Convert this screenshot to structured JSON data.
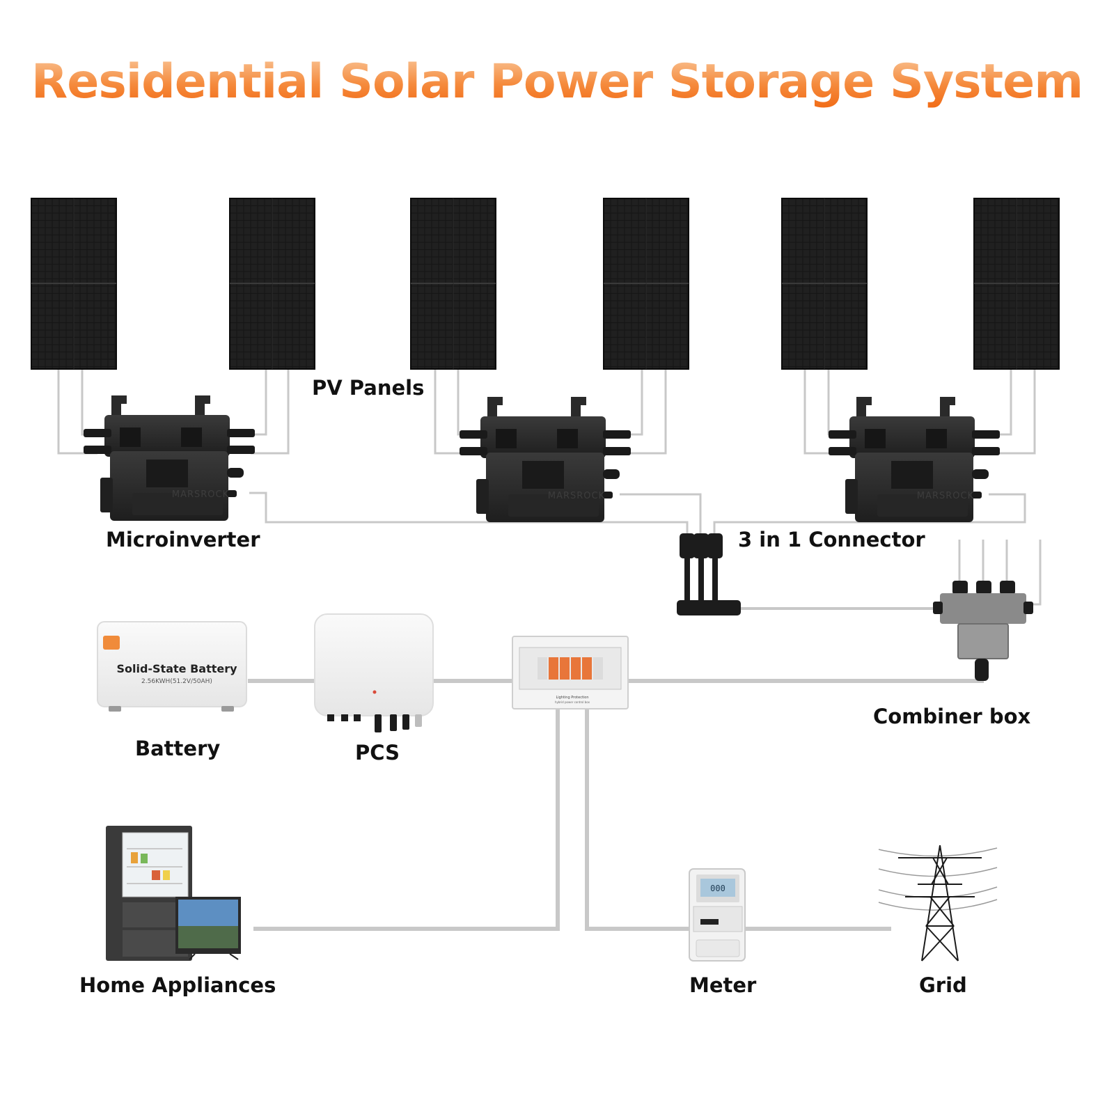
{
  "title": "Residential Solar Power  Storage System",
  "labels": {
    "pv_panels": "PV Panels",
    "microinverter": "Microinverter",
    "connector": "3 in 1 Connector",
    "combiner_box": "Combiner box",
    "battery": "Battery",
    "pcs": "PCS",
    "home_appliances": "Home Appliances",
    "meter": "Meter",
    "grid": "Grid"
  },
  "battery_device": {
    "name": "Solid-State Battery",
    "spec": "2.56KWH(51.2V/50AH)"
  },
  "microinverter_brand": "MARSROCK",
  "distribution_box_text": {
    "line1": "Lighting Protection",
    "line2": "hybrid power control box"
  },
  "meter_display": "000",
  "colors": {
    "title_gradient_top": "#f9c79a",
    "title_gradient_bottom": "#f16a14",
    "wire": "#c8c8c8",
    "panel": "#141414",
    "inverter": "#2b2b2b",
    "breaker_accent": "#e8763a"
  }
}
